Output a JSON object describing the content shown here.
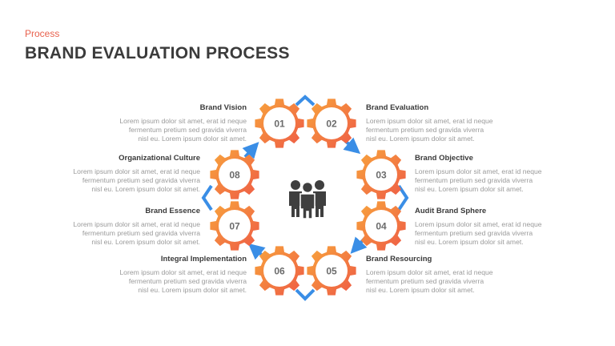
{
  "header": {
    "subtitle": "Process",
    "title": "BRAND EVALUATION PROCESS"
  },
  "colors": {
    "accent": "#e8614d",
    "gear_orange": "#f6993a",
    "gear_red": "#ee5a46",
    "arrow_blue": "#3a8ee6"
  },
  "center_icon": "team-people-icon",
  "steps": [
    {
      "num": "01",
      "title": "Brand Vision",
      "text": "Lorem ipsum dolor sit amet, erat id neque\nfermentum  pretium sed gravida viverra\nnisl eu. Lorem ipsum dolor sit amet."
    },
    {
      "num": "02",
      "title": "Brand Evaluation",
      "text": "Lorem ipsum dolor sit amet, erat id neque\nfermentum  pretium sed gravida viverra\nnisl eu. Lorem ipsum dolor sit amet."
    },
    {
      "num": "03",
      "title": "Brand Objective",
      "text": "Lorem ipsum dolor sit amet, erat id neque\nfermentum  pretium sed gravida viverra\nnisl eu. Lorem ipsum dolor sit amet."
    },
    {
      "num": "04",
      "title": "Audit Brand Sphere",
      "text": "Lorem ipsum dolor sit amet, erat id neque\nfermentum  pretium sed gravida viverra\nnisl eu. Lorem ipsum dolor sit amet."
    },
    {
      "num": "05",
      "title": "Brand Resourcing",
      "text": "Lorem ipsum dolor sit amet, erat id neque\nfermentum  pretium sed gravida viverra\nnisl eu. Lorem ipsum dolor sit amet."
    },
    {
      "num": "06",
      "title": "Integral Implementation",
      "text": "Lorem ipsum dolor sit amet, erat id neque\nfermentum  pretium sed gravida viverra\nnisl eu. Lorem ipsum dolor sit amet."
    },
    {
      "num": "07",
      "title": "Brand Essence",
      "text": "Lorem ipsum dolor sit amet, erat id neque\nfermentum  pretium sed gravida viverra\nnisl eu. Lorem ipsum dolor sit amet."
    },
    {
      "num": "08",
      "title": "Organizational Culture",
      "text": "Lorem ipsum dolor sit amet, erat id neque\nfermentum  pretium sed gravida viverra\nnisl eu. Lorem ipsum dolor sit amet."
    }
  ]
}
